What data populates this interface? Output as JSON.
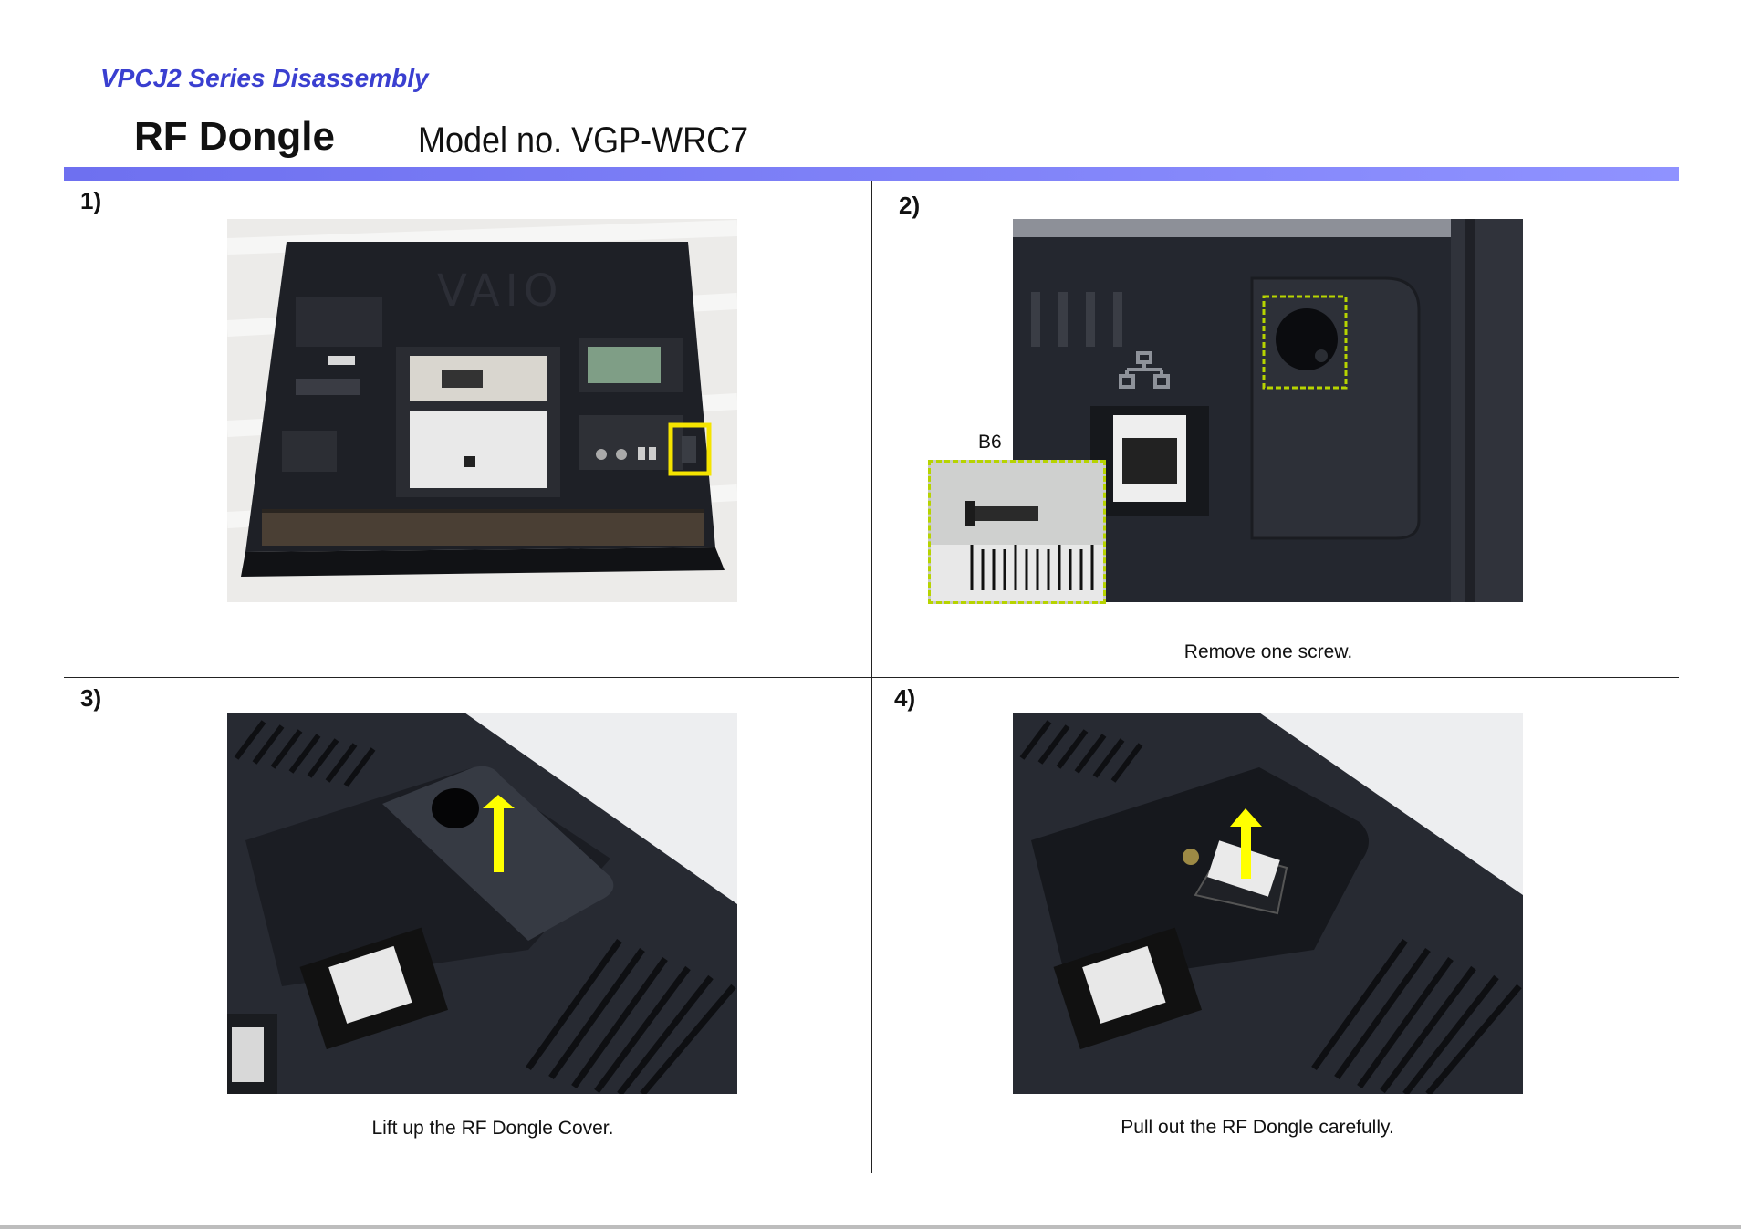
{
  "header": {
    "series_title": "VPCJ2 Series Disassembly",
    "page_title": "RF Dongle",
    "model_no": "Model no. VGP-WRC7"
  },
  "steps": [
    {
      "number": "1)",
      "caption": ""
    },
    {
      "number": "2)",
      "caption": "Remove one screw."
    },
    {
      "number": "3)",
      "caption": "Lift up the RF Dongle Cover."
    },
    {
      "number": "4)",
      "caption": "Pull out the RF Dongle carefully."
    }
  ],
  "photo2": {
    "screw_label": "B6"
  },
  "colors": {
    "title_blue": "#3a3fd0",
    "bar": "#7b7df5",
    "highlight_yellow": "#f5e400",
    "highlight_green": "#b7d400",
    "arrow": "#ffff00"
  }
}
